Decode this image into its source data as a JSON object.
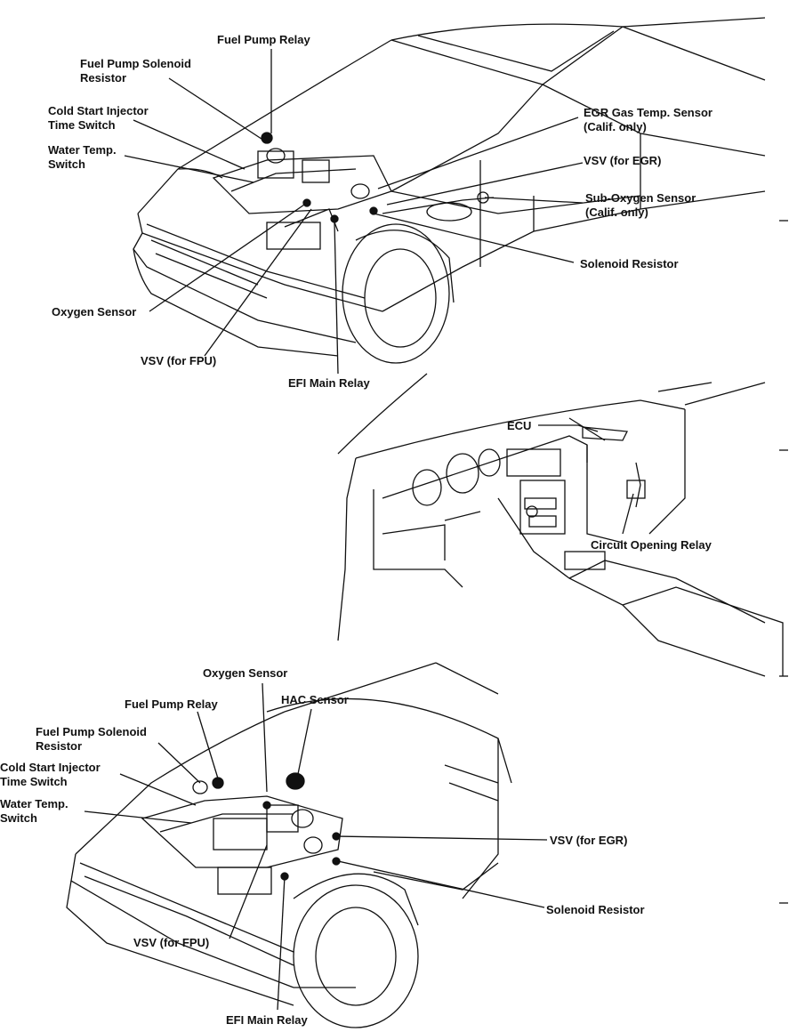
{
  "labels": {
    "top": {
      "fuel_pump_relay": "Fuel Pump Relay",
      "fuel_pump_solenoid_resistor": [
        "Fuel Pump Solenoid",
        "Resistor"
      ],
      "cold_start_injector_time_switch": [
        "Cold Start Injector",
        "Time Switch"
      ],
      "water_temp_switch": [
        "Water Temp.",
        "Switch"
      ],
      "egr_gas_temp_sensor": [
        "EGR Gas Temp. Sensor",
        "(Calif. only)"
      ],
      "vsv_for_egr": "VSV (for EGR)",
      "sub_oxygen_sensor": [
        "Sub-Oxygen Sensor",
        "(Calif. only)"
      ],
      "solenoid_resistor": "Solenoid Resistor",
      "oxygen_sensor": "Oxygen Sensor",
      "vsv_for_fpu": "VSV (for FPU)",
      "efi_main_relay": "EFI Main Relay"
    },
    "middle": {
      "ecu": "ECU",
      "circuit_opening_relay": "Circuit Opening Relay"
    },
    "bottom": {
      "oxygen_sensor": "Oxygen Sensor",
      "hac_sensor": "HAC Sensor",
      "fuel_pump_relay": "Fuel Pump Relay",
      "fuel_pump_solenoid_resistor": [
        "Fuel Pump Solenoid",
        "Resistor"
      ],
      "cold_start_injector_time_switch": [
        "Cold Start Injector",
        "Time Switch"
      ],
      "water_temp_switch": [
        "Water Temp.",
        "Switch"
      ],
      "vsv_for_egr": "VSV (for EGR)",
      "solenoid_resistor": "Solenoid Resistor",
      "vsv_for_fpu": "VSV (for FPU)",
      "efi_main_relay": "EFI Main Relay"
    }
  },
  "colors": {
    "ink": "#111111",
    "paper": "#ffffff"
  }
}
